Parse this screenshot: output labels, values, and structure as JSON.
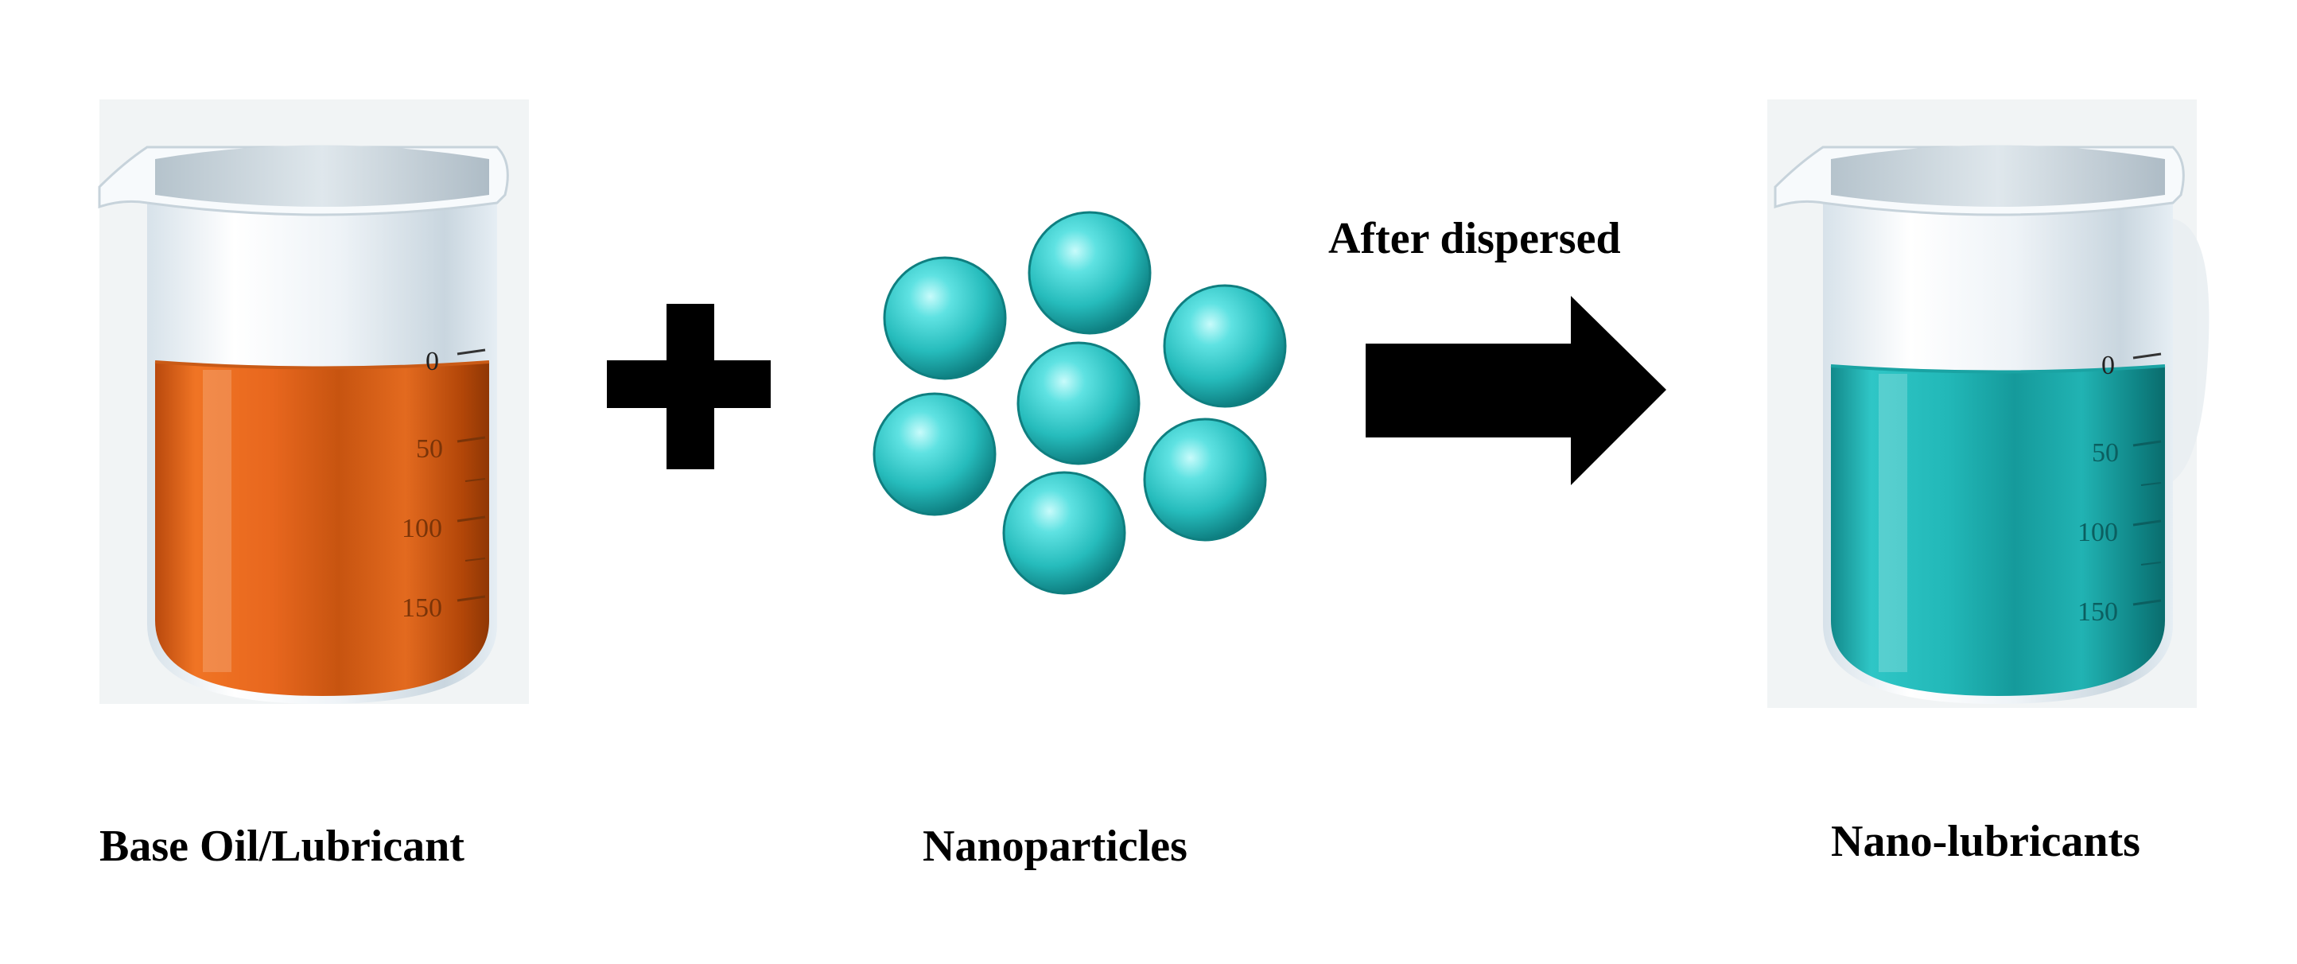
{
  "labels": {
    "base_oil": "Base Oil/Lubricant",
    "nanoparticles": "Nanoparticles",
    "nano_lubricants": "Nano-lubricants",
    "process": "After dispersed"
  },
  "beakers": [
    {
      "id": "base-oil-beaker",
      "liquid": "orange",
      "marks": [
        "0",
        "50",
        "100",
        "150"
      ]
    },
    {
      "id": "nano-lubricant-beaker",
      "liquid": "teal",
      "marks": [
        "0",
        "50",
        "100",
        "150"
      ]
    }
  ],
  "colors": {
    "oil": "#e8671e",
    "oil_dark": "#a8420c",
    "nano": "#22b8b8",
    "nano_dark": "#0f7f80",
    "particle": "#3fd3d3",
    "particle_dark": "#128a8c",
    "symbol": "#000000",
    "glass": "#e6eef4"
  },
  "icons": {
    "plus": "plus-icon",
    "arrow": "arrow-right-icon",
    "particle": "sphere-icon"
  },
  "particle_count": 7
}
